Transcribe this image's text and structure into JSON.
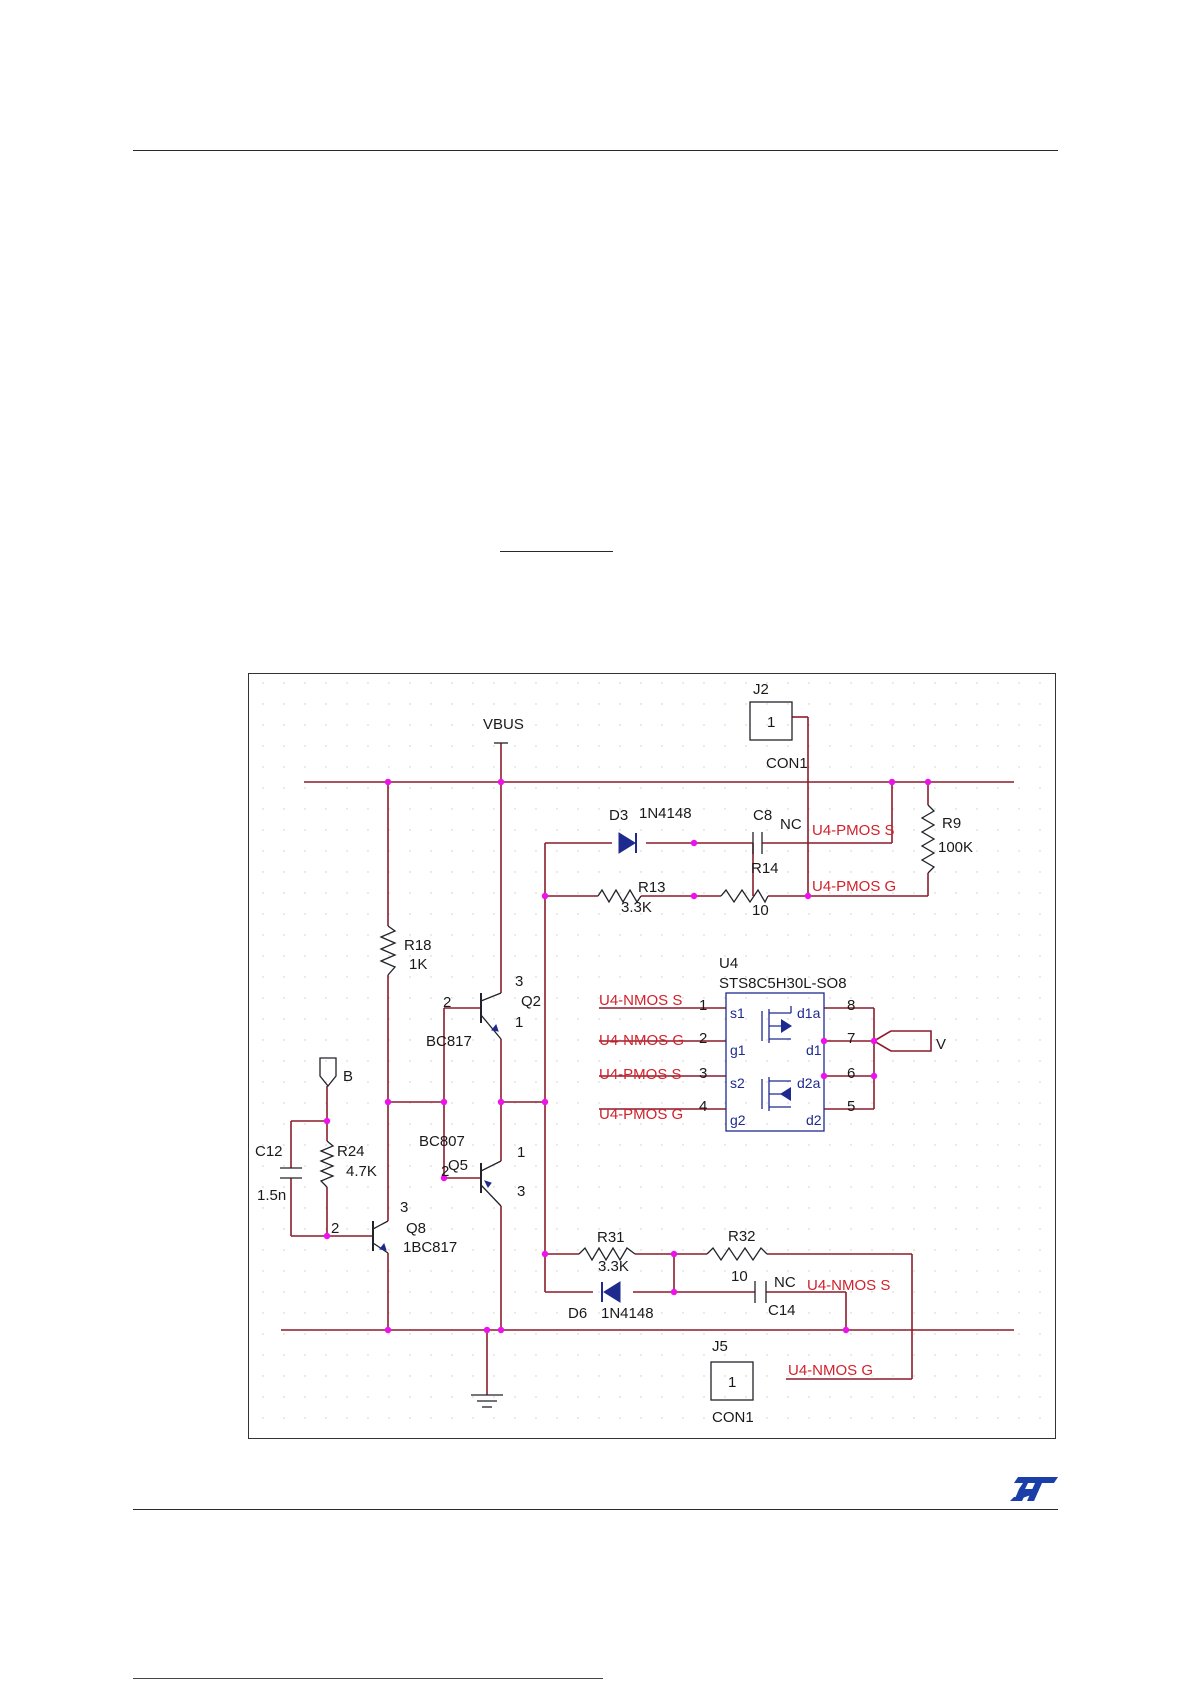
{
  "colors": {
    "wire": "#8b1c2c",
    "component": "#1f2a8f",
    "netlabel": "#d0222c",
    "junction": "#ee11ee",
    "text": "#1a1a1a",
    "logo": "#1a3fa8"
  },
  "labels": {
    "VBUS": "VBUS",
    "J2": "J2",
    "J2pin": "1",
    "J2con": "CON1",
    "D3": "D3",
    "D3val": "1N4148",
    "C8": "C8",
    "C8val": "NC",
    "R14": "R14",
    "R14val": "10",
    "R13": "R13",
    "R13val": "3.3K",
    "R9": "R9",
    "R9val": "100K",
    "netPMOS_S": "U4-PMOS S",
    "netPMOS_G": "U4-PMOS G",
    "R18": "R18",
    "R18val": "1K",
    "Q2": "Q2",
    "Q2type": "BC817",
    "Q2p3": "3",
    "Q2p2": "2",
    "Q2p1": "1",
    "U4": "U4",
    "U4part": "STS8C5H30L-SO8",
    "u4l1": "U4-NMOS S",
    "u4l2": "U4-NMOS G",
    "u4l3": "U4-PMOS S",
    "u4l4": "U4-PMOS G",
    "p1": "1",
    "p2": "2",
    "p3": "3",
    "p4": "4",
    "p5": "5",
    "p6": "6",
    "p7": "7",
    "p8": "8",
    "s1": "s1",
    "g1": "g1",
    "s2": "s2",
    "g2": "g2",
    "d1a": "d1a",
    "d1": "d1",
    "d2a": "d2a",
    "d2": "d2",
    "V": "V",
    "B": "B",
    "C12": "C12",
    "C12val": "1.5n",
    "R24": "R24",
    "R24val": "4.7K",
    "Q5type": "BC807",
    "Q5": "Q5",
    "Q5p2": "2",
    "Q5p1": "1",
    "Q5p3": "3",
    "Q8": "Q8",
    "Q8type": "1BC817",
    "Q8p3": "3",
    "Q8p2": "2",
    "R31": "R31",
    "R31val": "3.3K",
    "R32": "R32",
    "R32val": "10",
    "C14": "C14",
    "C14val": "NC",
    "D6": "D6",
    "D6val": "1N4148",
    "netNMOS_S": "U4-NMOS S",
    "J5": "J5",
    "J5pin": "1",
    "J5con": "CON1",
    "netNMOS_G": "U4-NMOS G"
  }
}
